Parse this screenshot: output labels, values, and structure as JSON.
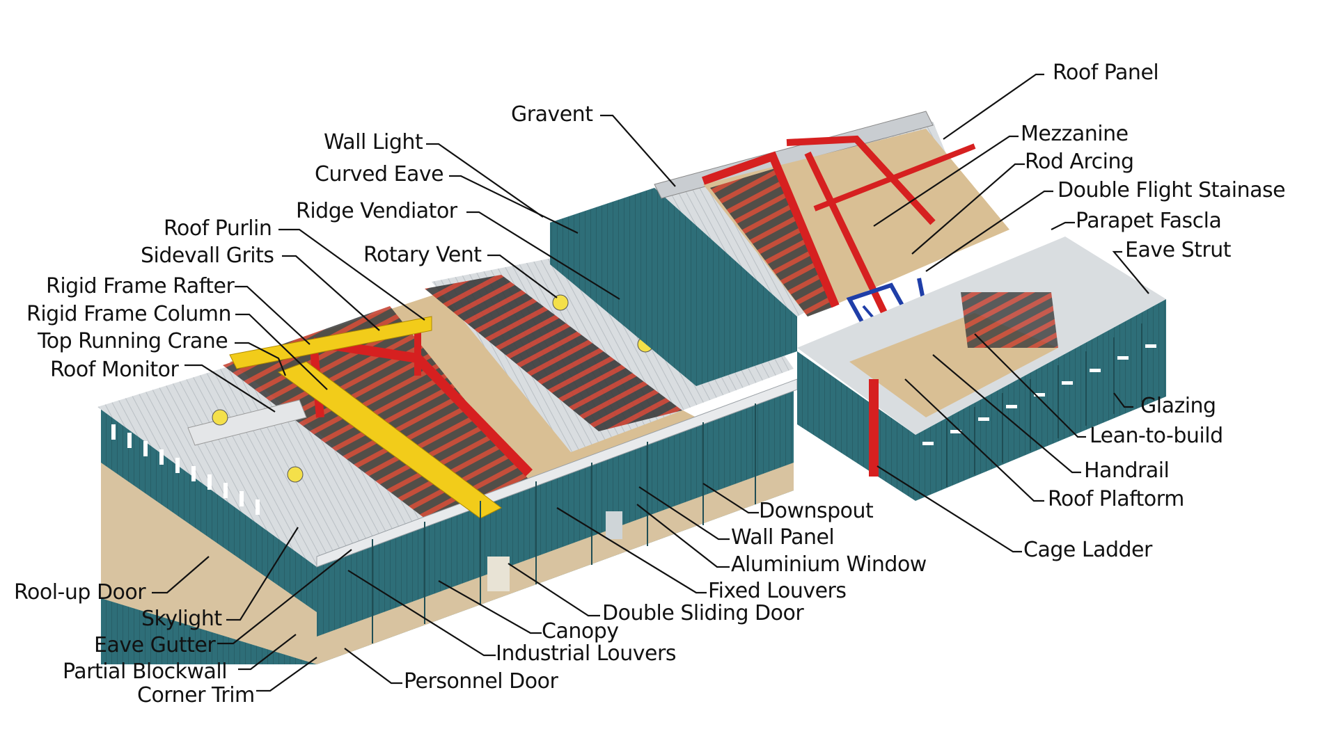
{
  "colors": {
    "wall": "#2e6e78",
    "wall_dark": "#245a62",
    "roof": "#d9dde0",
    "frame": "#d62020",
    "crane": "#f2cc1a",
    "floor": "#d9bf94",
    "block": "#d8c3a0",
    "stair": "#1f3ea8",
    "leader": "#111111"
  },
  "labels": {
    "gravent": "Gravent",
    "wall_light": "Wall Light",
    "curved_eave": "Curved Eave",
    "ridge_ventilator": "Ridge Vendiator",
    "roof_purlin": "Roof Purlin",
    "sidewall_girts": "Sidevall Grits",
    "rotary_vent": "Rotary Vent",
    "rigid_frame_rafter": "Rigid Frame Rafter",
    "rigid_frame_column": "Rigid Frame Column",
    "top_running_crane": "Top Running Crane",
    "roof_monitor": "Roof Monitor",
    "roll_up_door": "Rool-up Door",
    "skylight": "Skylight",
    "eave_gutter": "Eave Gutter",
    "partial_blockwall": "Partial Blockwall",
    "corner_trim": "Corner Trim",
    "roof_panel": "Roof Panel",
    "mezzanine": "Mezzanine",
    "rod_bracing": "Rod Arcing",
    "double_flight_staircase": "Double Flight Stainase",
    "parapet_fascia": "Parapet Fascla",
    "eave_strut": "Eave Strut",
    "glazing": "Glazing",
    "lean_to_build": "Lean-to-build",
    "handrail": "Handrail",
    "roof_platform": "Roof Plaftorm",
    "cage_ladder": "Cage Ladder",
    "downspout": "Downspout",
    "wall_panel": "Wall Panel",
    "aluminium_window": "Aluminium Window",
    "fixed_louvers": "Fixed Louvers",
    "double_sliding_door": "Double Sliding Door",
    "canopy": "Canopy",
    "industrial_louvers": "Industrial Louvers",
    "personnel_door": "Personnel Door"
  }
}
